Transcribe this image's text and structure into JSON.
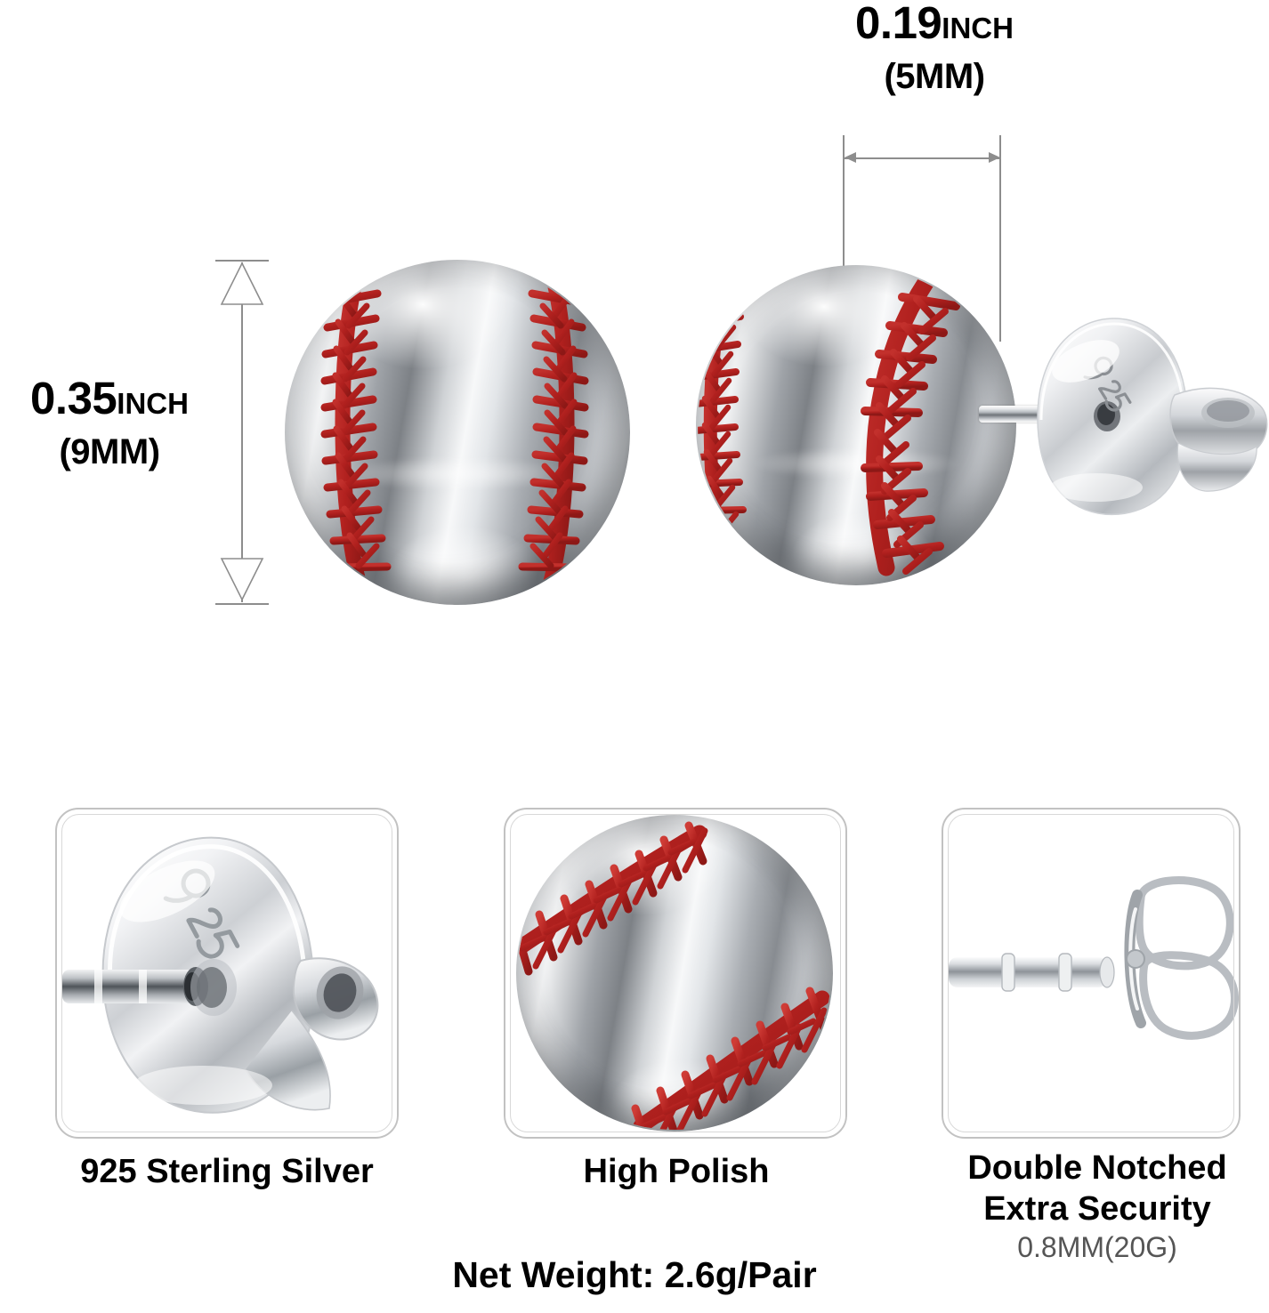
{
  "product": {
    "type": "sterling-silver-baseball-stud-earrings"
  },
  "dimensions": {
    "width": {
      "value_inch": "0.19",
      "unit_inch": "INCH",
      "value_mm": "(5MM)"
    },
    "height": {
      "value_inch": "0.35",
      "unit_inch": "INCH",
      "value_mm": "(9MM)"
    }
  },
  "stamp": {
    "hallmark": "925"
  },
  "features": [
    {
      "id": "sterling-silver",
      "title": "925 Sterling Silver",
      "subtitle": "",
      "image": "earring-back-925-stamp"
    },
    {
      "id": "high-polish",
      "title": "High Polish",
      "subtitle": "",
      "image": "baseball-bead-closeup"
    },
    {
      "id": "double-notched",
      "title_line1": "Double Notched",
      "title_line2": "Extra Security",
      "subtitle": "0.8MM(20G)",
      "image": "double-notched-post-and-butterfly-back"
    }
  ],
  "net_weight": {
    "label": "Net Weight: 2.6g/Pair"
  },
  "colors": {
    "seam_red": "#B0201E",
    "seam_red_dark": "#8d1816",
    "silver_light": "#f4f5f6",
    "silver_mid": "#b9bcc0",
    "silver_dark": "#6f7479",
    "dim_line": "#8d8d8d",
    "box_border": "#c2c2c2",
    "subtitle_gray": "#555555",
    "text_black": "#000000",
    "background": "#ffffff"
  }
}
